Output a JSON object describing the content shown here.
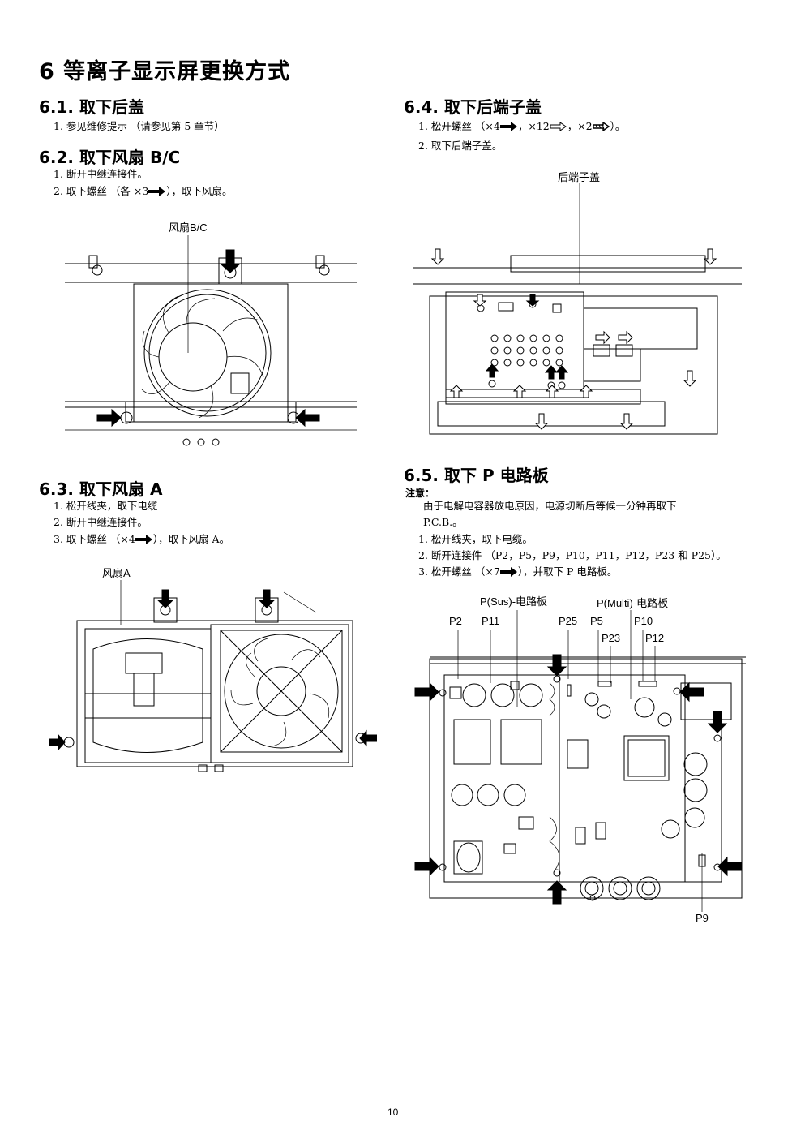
{
  "page_title": "6   等离子显示屏更换方式",
  "sections": {
    "s61": {
      "heading": "6.1.   取下后盖",
      "steps": [
        "1. 参见维修提示 （请参见第 5 章节）"
      ]
    },
    "s62": {
      "heading": "6.2.   取下风扇 B/C",
      "steps": [
        "1. 断开中继连接件。",
        "2. 取下螺丝 （各 ×3",
        "），取下风扇。"
      ],
      "figure_label": "风扇B/C"
    },
    "s63": {
      "heading": "6.3.   取下风扇 A",
      "steps": [
        "1. 松开线夹，取下电缆",
        "2. 断开中继连接件。",
        "3. 取下螺丝 （×4",
        "），取下风扇 A。"
      ],
      "figure_label": "风扇A"
    },
    "s64": {
      "heading": "6.4.   取下后端子盖",
      "steps": [
        "1. 松开螺丝 （×4",
        "，×12",
        "，×2",
        "）。",
        "2. 取下后端子盖。"
      ],
      "figure_label": "后端子盖"
    },
    "s65": {
      "heading": "6.5.   取下 P 电路板",
      "note_label": "注意：",
      "note_text_1": "由于电解电容器放电原因，电源切断后等候一分钟再取下",
      "note_text_2": "P.C.B.。",
      "steps": [
        "1. 松开线夹，取下电缆。",
        "2. 断开连接件 （P2，P5，P9，P10，P11，P12，P23 和 P25）。",
        "3. 松开螺丝 （×7",
        "），并取下 P 电路板。"
      ],
      "labels": {
        "psus": "P(Sus)-电路板",
        "pmulti": "P(Multi)-电路板",
        "p2": "P2",
        "p11": "P11",
        "p25": "P25",
        "p5": "P5",
        "p23": "P23",
        "p10": "P10",
        "p12": "P12",
        "p9": "P9"
      }
    }
  },
  "page_number": "10"
}
